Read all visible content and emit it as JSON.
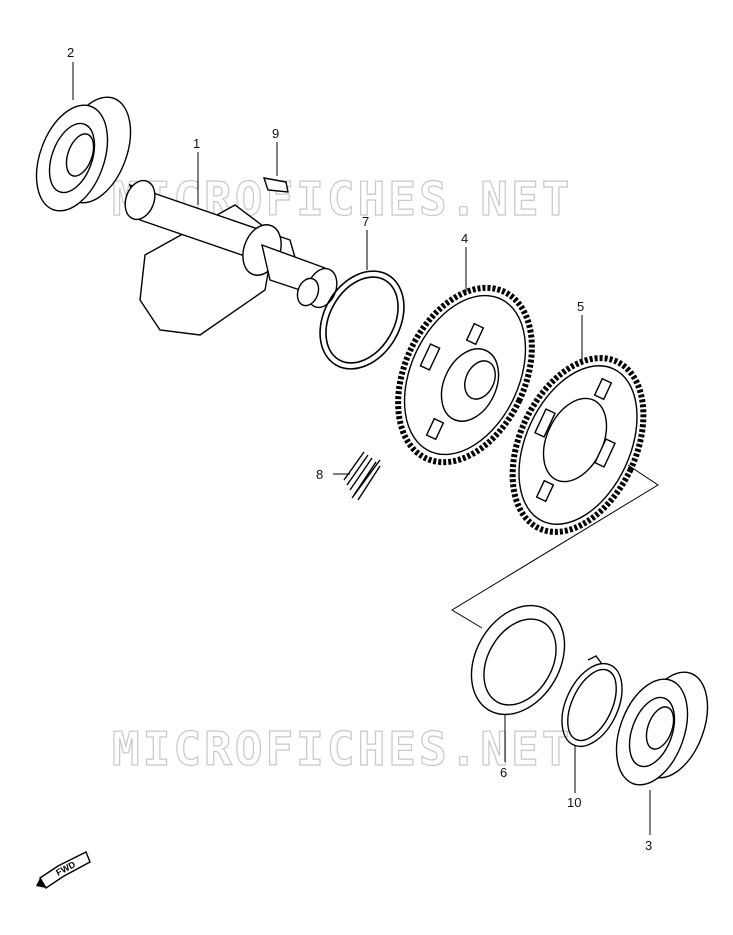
{
  "diagram": {
    "callouts": [
      {
        "id": "part-1",
        "label": "1"
      },
      {
        "id": "part-2",
        "label": "2"
      },
      {
        "id": "part-3",
        "label": "3"
      },
      {
        "id": "part-4",
        "label": "4"
      },
      {
        "id": "part-5",
        "label": "5"
      },
      {
        "id": "part-6",
        "label": "6"
      },
      {
        "id": "part-7",
        "label": "7"
      },
      {
        "id": "part-8",
        "label": "8"
      },
      {
        "id": "part-9",
        "label": "9"
      },
      {
        "id": "part-10",
        "label": "10"
      }
    ],
    "watermark_top": "MICROFICHES.NET",
    "watermark_bottom": "MICROFICHES.NET",
    "direction_badge": "FWD",
    "line_color": "#000000",
    "watermark_color": "#c8c8c8"
  }
}
